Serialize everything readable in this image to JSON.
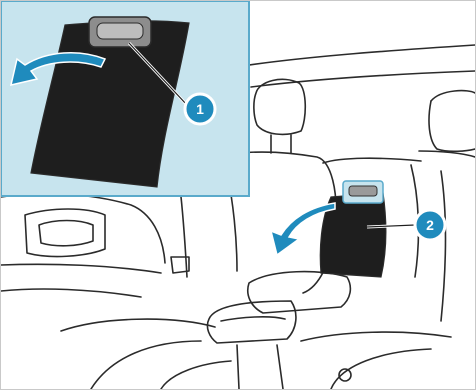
{
  "figure": {
    "colors": {
      "inset_background": "#c7e4ee",
      "inset_border": "#5aaacb",
      "callout_fill": "#1f8bbd",
      "callout_ring": "#ffffff",
      "arrow_fill": "#1f8bbd",
      "panel_fill": "#1e1e1e",
      "line_art": "#2b2b2b"
    },
    "callouts": [
      {
        "label": "1",
        "target": "through-loading-handle-detail"
      },
      {
        "label": "2",
        "target": "through-loading-panel"
      }
    ],
    "icons": [
      "rotation-arrow-icon",
      "rotation-arrow-icon"
    ]
  }
}
